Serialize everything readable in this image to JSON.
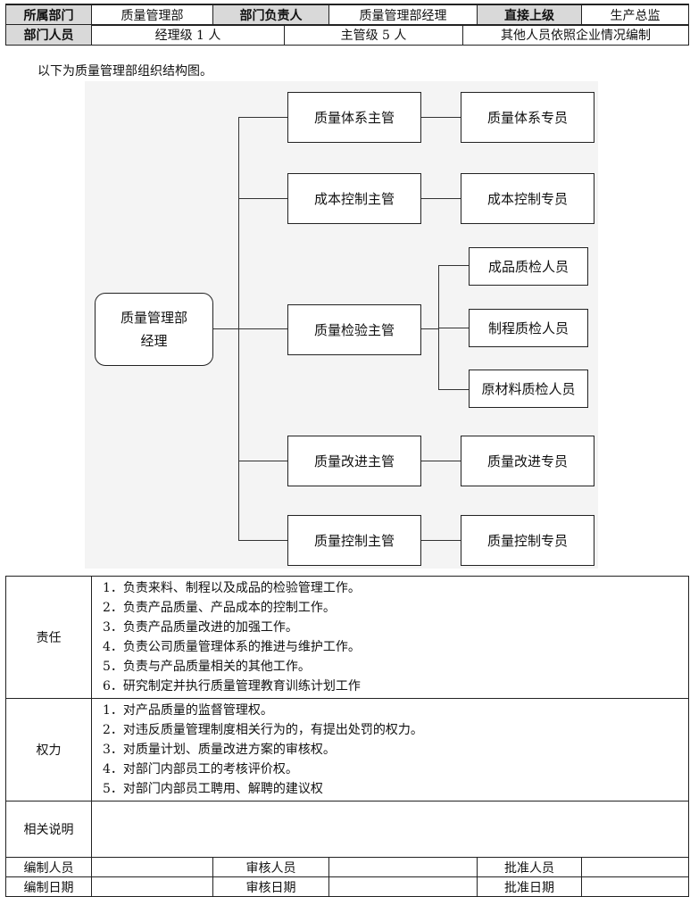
{
  "header": {
    "dept_label": "所属部门",
    "dept_value": "质量管理部",
    "head_label": "部门负责人",
    "head_value": "质量管理部经理",
    "superior_label": "直接上级",
    "superior_value": "生产总监",
    "staff_label": "部门人员",
    "staff_manager": "经理级 1 人",
    "staff_supervisor": "主管级 5 人",
    "staff_other": "其他人员依照企业情况编制"
  },
  "intro": "以下为质量管理部组织结构图。",
  "org": {
    "root": "质量管理部\n经理",
    "supervisors": [
      "质量体系主管",
      "成本控制主管",
      "质量检验主管",
      "质量改进主管",
      "质量控制主管"
    ],
    "specialists": [
      "质量体系专员",
      "成本控制专员",
      "质量改进专员",
      "质量控制专员"
    ],
    "inspectors": [
      "成品质检人员",
      "制程质检人员",
      "原材料质检人员"
    ]
  },
  "responsibility": {
    "label": "责任",
    "items": [
      "1．负责来料、制程以及成品的检验管理工作。",
      "2．负责产品质量、产品成本的控制工作。",
      "3．负责产品质量改进的加强工作。",
      "4．负责公司质量管理体系的推进与维护工作。",
      "5．负责与产品质量相关的其他工作。",
      "6．研究制定并执行质量管理教育训练计划工作"
    ]
  },
  "authority": {
    "label": "权力",
    "items": [
      "1．对产品质量的监督管理权。",
      "2．对违反质量管理制度相关行为的，有提出处罚的权力。",
      "3．对质量计划、质量改进方案的审核权。",
      "4．对部门内部员工的考核评价权。",
      "5．对部门内部员工聘用、解聘的建议权"
    ]
  },
  "notes_label": "相关说明",
  "signoff": {
    "prepared_by": "编制人员",
    "reviewed_by": "审核人员",
    "approved_by": "批准人员",
    "prepared_date": "编制日期",
    "reviewed_date": "审核日期",
    "approved_date": "批准日期"
  }
}
